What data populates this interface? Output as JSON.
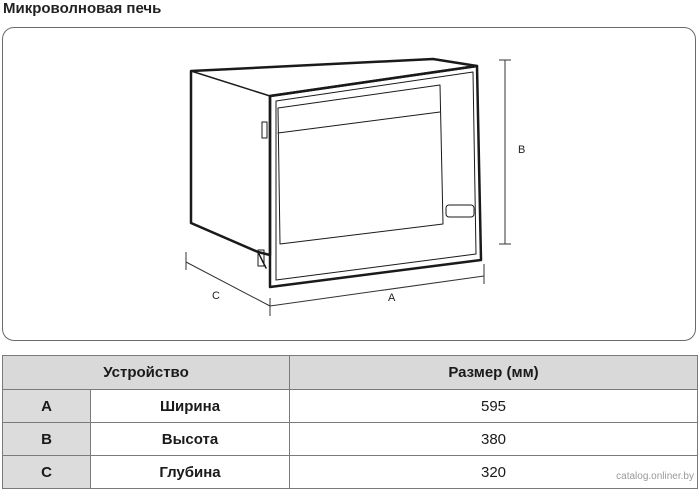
{
  "title": "Микроволновая печь",
  "dimension_labels": {
    "a": "A",
    "b": "B",
    "c": "C"
  },
  "table": {
    "headers": [
      "Устройство",
      "Размер (мм)"
    ],
    "rows": [
      {
        "key": "A",
        "name": "Ширина",
        "value": "595"
      },
      {
        "key": "B",
        "name": "Высота",
        "value": "380"
      },
      {
        "key": "C",
        "name": "Глубина",
        "value": "320"
      }
    ]
  },
  "watermark": "catalog.onliner.by"
}
